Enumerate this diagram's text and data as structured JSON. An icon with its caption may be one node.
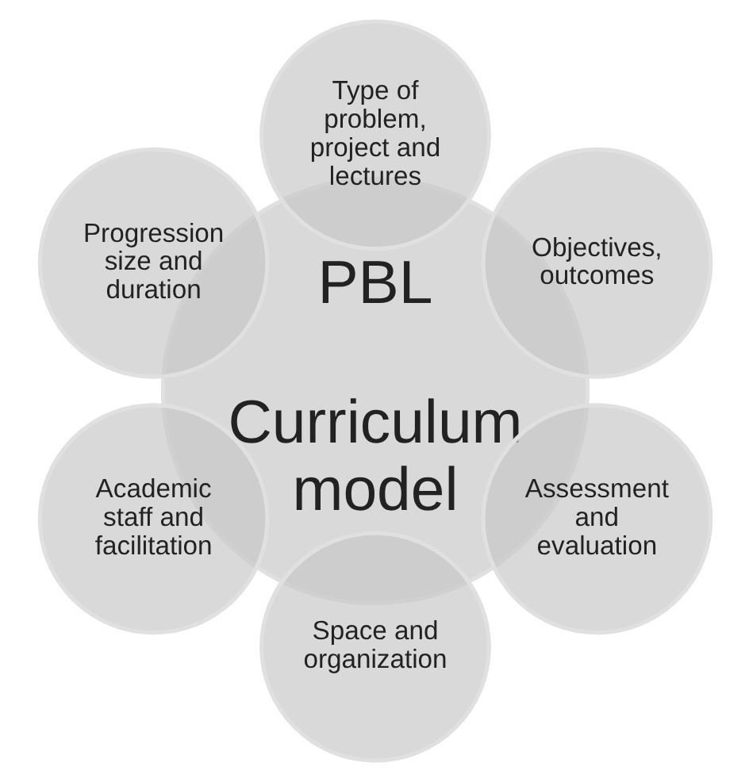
{
  "diagram": {
    "nodes": [
      {
        "text": [
          "PBL",
          "Curriculum model"
        ]
      },
      {
        "text": [
          "Objectives, outcomes"
        ]
      },
      {
        "text": [
          "Type of problem, project and lectures"
        ]
      },
      {
        "text": [
          "Progression size and duration"
        ]
      },
      {
        "text": [
          "Academic staff and facilitation"
        ]
      },
      {
        "text": [
          "Space and organization"
        ]
      },
      {
        "text": [
          "Assessment and evaluation"
        ]
      }
    ]
  }
}
